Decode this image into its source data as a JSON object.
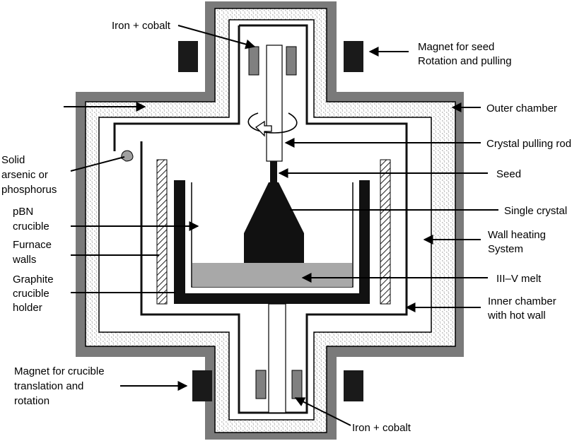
{
  "labels": {
    "iron_cobalt_top": "Iron + cobalt",
    "magnet_seed_1": "Magnet for seed",
    "magnet_seed_2": "Rotation and pulling",
    "outer_chamber": "Outer chamber",
    "crystal_pulling_rod": "Crystal pulling rod",
    "seed": "Seed",
    "single_crystal": "Single crystal",
    "wall_heating_1": "Wall heating",
    "wall_heating_2": "System",
    "melt": "III–V melt",
    "inner_chamber_1": "Inner chamber",
    "inner_chamber_2": "with hot wall",
    "solid_1": "Solid",
    "solid_2": "arsenic or",
    "solid_3": "phosphorus",
    "pbn_1": "pBN",
    "pbn_2": "crucible",
    "furnace_1": "Furnace",
    "furnace_2": "walls",
    "graphite_1": "Graphite",
    "graphite_2": "crucible",
    "graphite_3": "holder",
    "magnet_crucible_1": "Magnet for crucible",
    "magnet_crucible_2": "translation and",
    "magnet_crucible_3": "rotation",
    "iron_cobalt_bottom": "Iron + cobalt"
  },
  "colors": {
    "outer_wall": "#7a7a7a",
    "insulation_fill": "#ffffff",
    "melt": "#a8a8a8",
    "iron_cobalt": "#808080",
    "magnet": "#1a1a1a",
    "crystal": "#111111"
  }
}
